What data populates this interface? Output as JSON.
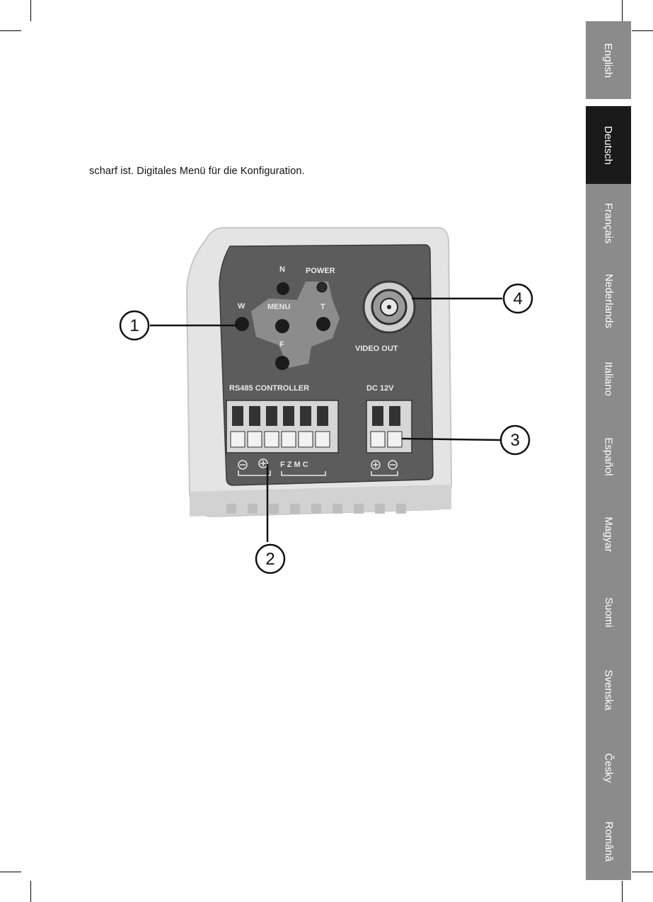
{
  "page": {
    "body_text": "scharf ist. Digitales Menü für die Konfiguration."
  },
  "figure": {
    "panel_labels": {
      "n": "N",
      "power": "POWER",
      "w": "W",
      "menu": "MENU",
      "t": "T",
      "f": "F",
      "video_out": "VIDEO OUT",
      "rs485": "RS485 CONTROLLER",
      "dc12v": "DC 12V",
      "fzmc": "F Z M C"
    },
    "callouts": [
      "1",
      "2",
      "3",
      "4"
    ],
    "colors": {
      "housing": "#e4e4e4",
      "panel": "#5c5c5c",
      "button": "#1b1b1b",
      "terminal": "#d6d6d6"
    }
  },
  "language_tabs": [
    {
      "label": "English",
      "active": false
    },
    {
      "label": "Deutsch",
      "active": true
    },
    {
      "label": "Français",
      "active": false
    },
    {
      "label": "Nederlands",
      "active": false
    },
    {
      "label": "Italiano",
      "active": false
    },
    {
      "label": "Español",
      "active": false
    },
    {
      "label": "Magyar",
      "active": false
    },
    {
      "label": "Suomi",
      "active": false
    },
    {
      "label": "Svenska",
      "active": false
    },
    {
      "label": "Česky",
      "active": false
    },
    {
      "label": "Română",
      "active": false
    }
  ],
  "colors": {
    "tab_inactive": "#8b8b8b",
    "tab_active": "#1a1a1a"
  }
}
